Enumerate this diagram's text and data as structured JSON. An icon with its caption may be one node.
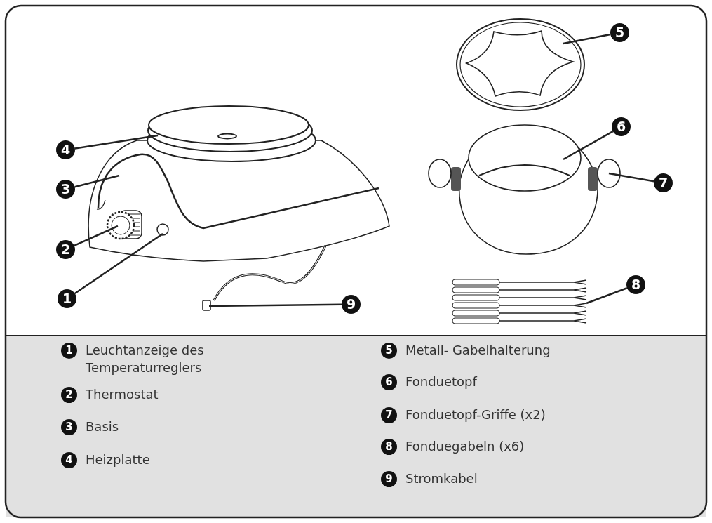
{
  "diagram": {
    "nodes": [
      {
        "text": [
          "1"
        ]
      },
      {
        "text": [
          "2"
        ]
      },
      {
        "text": [
          "3"
        ]
      },
      {
        "text": [
          "4"
        ]
      },
      {
        "text": [
          "5"
        ]
      },
      {
        "text": [
          "6"
        ]
      },
      {
        "text": [
          "7"
        ]
      },
      {
        "text": [
          "8"
        ]
      },
      {
        "text": [
          "9"
        ]
      },
      {
        "text": [],
        "shape": "circle",
        "in": 11
      },
      {
        "text": [],
        "shape": "picture",
        "in": 11
      },
      {
        "text": [],
        "shape": "picture"
      },
      {
        "text": [],
        "shape": "picture"
      },
      {
        "text": [],
        "shape": "picture"
      },
      {
        "text": [],
        "shape": "picture"
      },
      {
        "text": [],
        "shape": "picture"
      },
      {
        "text": [],
        "shape": "picture"
      },
      {
        "text": [],
        "shape": "picture"
      }
    ],
    "edges": [
      {
        "from": 0,
        "to": 9,
        "arrow": "none"
      },
      {
        "from": 1,
        "to": 10,
        "arrow": "none"
      },
      {
        "from": 2,
        "to": 11,
        "arrow": "none"
      },
      {
        "from": 3,
        "to": 12,
        "arrow": "none"
      },
      {
        "from": 4,
        "to": 13,
        "arrow": "none"
      },
      {
        "from": 5,
        "to": 14,
        "arrow": "none"
      },
      {
        "from": 6,
        "to": 15,
        "arrow": "none"
      },
      {
        "from": 7,
        "to": 16,
        "arrow": "none"
      },
      {
        "from": 8,
        "to": 17,
        "arrow": "none"
      }
    ],
    "labels": [
      "1",
      "Leuchtanzeige des Temperaturreglers",
      "2",
      "Thermostat",
      "3",
      "Basis",
      "4",
      "Heizplatte",
      "5",
      "Metall- Gabelhalterung",
      "6",
      "Fonduetopf",
      "7",
      "Fonduetopf-Griffe (x2)",
      "8",
      "Fonduegabeln (x6)",
      "9",
      "Stromkabel"
    ]
  }
}
